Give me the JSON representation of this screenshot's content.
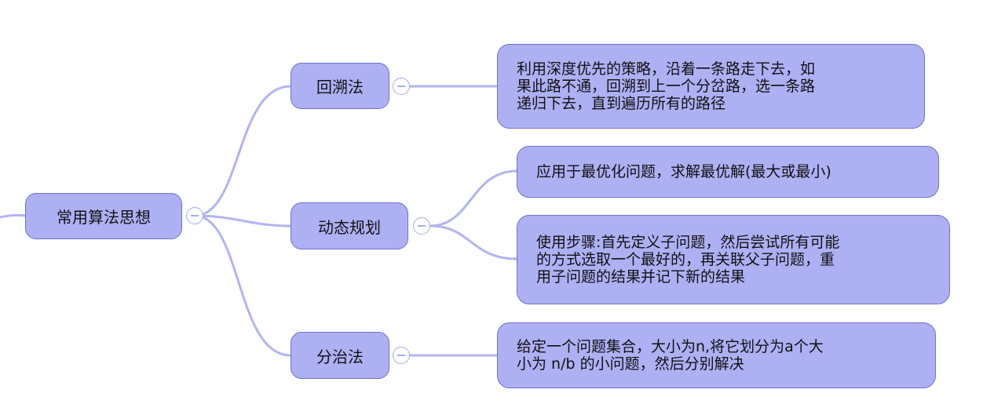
{
  "diagram": {
    "colors": {
      "link": "#b2b4f3",
      "node_fill": "#aeb0f4",
      "node_border": "#6f72c8"
    },
    "root": {
      "label": "常用算法思想",
      "children": [
        {
          "label": "回溯法",
          "details": [
            "利用深度优先的策略，沿着一条路走下去，如\n果此路不通，回溯到上一个分岔路，选一条路\n递归下去，直到遍历所有的路径"
          ]
        },
        {
          "label": "动态规划",
          "details": [
            "应用于最优化问题，求解最优解(最大或最小)",
            "使用步骤:首先定义子问题，然后尝试所有可能\n的方式选取一个最好的，再关联父子问题，重\n用子问题的结果并记下新的结果"
          ]
        },
        {
          "label": "分治法",
          "details": [
            "给定一个问题集合，大小为n,将它划分为a个大\n小为 n/b 的小问题，然后分别解决"
          ]
        }
      ]
    }
  }
}
